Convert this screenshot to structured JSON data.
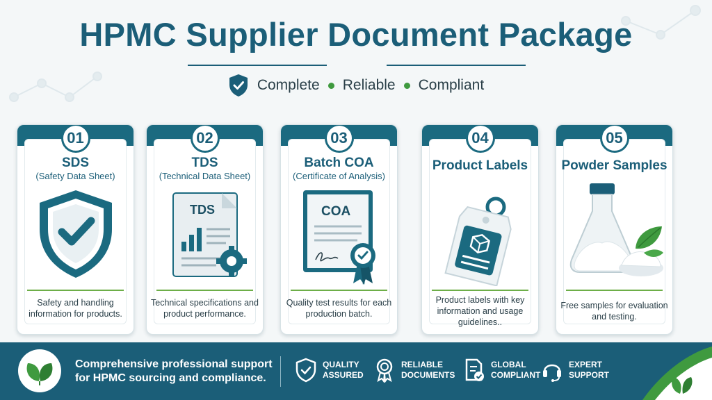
{
  "header": {
    "title": "HPMC Supplier Document Package",
    "taglines": [
      "Complete",
      "Reliable",
      "Compliant"
    ]
  },
  "cards": [
    {
      "number": "01",
      "title": "SDS",
      "subtitle": "(Safety Data Sheet)",
      "description": "Safety and handling information for products.",
      "icon": "shield-check-icon"
    },
    {
      "number": "02",
      "title": "TDS",
      "subtitle": "(Technical Data Sheet)",
      "description": "Technical specifications and product performance.",
      "doc_label": "TDS",
      "icon": "technical-document-icon"
    },
    {
      "number": "03",
      "title": "Batch COA",
      "subtitle": "(Certificate of Analysis)",
      "description": "Quality test results for each production batch.",
      "doc_label": "COA",
      "icon": "certificate-icon"
    },
    {
      "number": "04",
      "title": "Product Labels",
      "subtitle": "",
      "description": "Product labels with key information and usage guidelines..",
      "icon": "product-tag-icon"
    },
    {
      "number": "05",
      "title": "Powder Samples",
      "subtitle": "",
      "description": "Free samples for evaluation and testing.",
      "icon": "powder-flask-icon"
    }
  ],
  "footer": {
    "statement": "Comprehensive professional support for HPMC sourcing and compliance.",
    "features": [
      {
        "line1": "QUALITY",
        "line2": "ASSURED",
        "icon": "shield-check-icon"
      },
      {
        "line1": "RELIABLE",
        "line2": "DOCUMENTS",
        "icon": "award-ribbon-icon"
      },
      {
        "line1": "GLOBAL",
        "line2": "COMPLIANT",
        "icon": "document-check-icon"
      },
      {
        "line1": "EXPERT",
        "line2": "SUPPORT",
        "icon": "headset-icon"
      }
    ]
  },
  "colors": {
    "primary": "#1b5e78",
    "band": "#1b6a80",
    "accent_green": "#3f9a3f",
    "background": "#f4f7f8"
  }
}
